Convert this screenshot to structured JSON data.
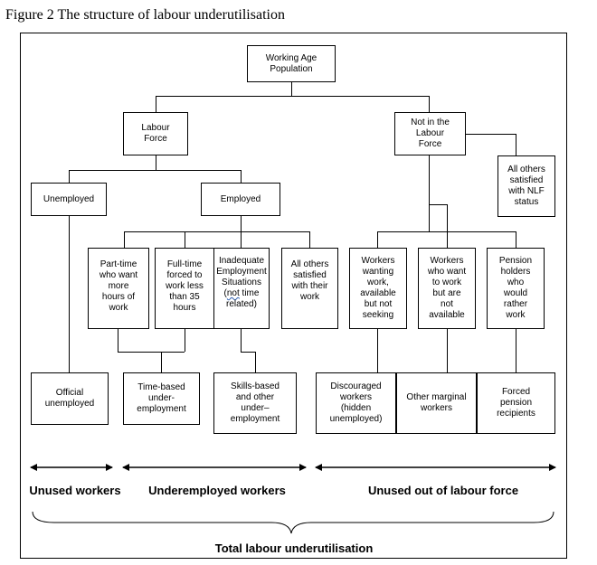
{
  "figure_title": "Figure 2 The structure of labour underutilisation",
  "nodes": {
    "working_age": "Working Age\nPopulation",
    "labour_force": "Labour\nForce",
    "not_in_labour_force": "Not in the\nLabour\nForce",
    "all_others_nlf": "All others\nsatisfied\nwith NLF\nstatus",
    "unemployed": "Unemployed",
    "employed": "Employed",
    "part_time": "Part-time\nwho want\nmore\nhours of\nwork",
    "full_time": "Full-time\nforced to\nwork less\nthan 35\nhours",
    "inadequate_main": "Inadequate\nEmployment\nSituations",
    "inadequate_not": "not",
    "inadequate_rest": " time\nrelated)",
    "all_others_work": "All others\nsatisfied\nwith their\nwork",
    "workers_wanting": "Workers\nwanting\nwork,\navailable\nbut not\nseeking",
    "workers_want": "Workers\nwho want\nto work\nbut are\nnot\navailable",
    "pension_holders": "Pension\nholders\nwho\nwould\nrather\nwork",
    "official_unemployed": "Official\nunemployed",
    "time_based": "Time-based\nunder-\nemployment",
    "skills_based": "Skills-based\nand other\nunder–\nemployment",
    "discouraged": "Discouraged\nworkers\n(hidden\nunemployed)",
    "other_marginal": "Other marginal\nworkers",
    "forced_pension": "Forced\npension\nrecipients"
  },
  "groups": {
    "unused": "Unused workers",
    "underemployed": "Underemployed workers",
    "unused_out": "Unused out of labour force"
  },
  "total": "Total labour underutilisation"
}
